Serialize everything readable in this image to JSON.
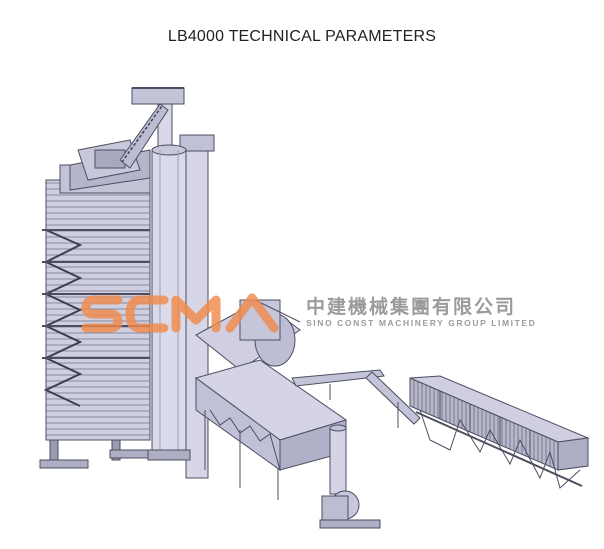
{
  "page": {
    "title": "LB4000 TECHNICAL PARAMETERS"
  },
  "watermark": {
    "company_cn": "中建機械集團有限公司",
    "company_en": "SINO CONST MACHINERY GROUP LIMITED",
    "logo_text": "SCMA",
    "logo_color": "#f08a4b",
    "text_color": "#8a8a8a"
  },
  "illustration": {
    "subject": "asphalt-batching-plant",
    "line_color": "#5a5a6e",
    "fill_color": "#c9c9dc"
  }
}
